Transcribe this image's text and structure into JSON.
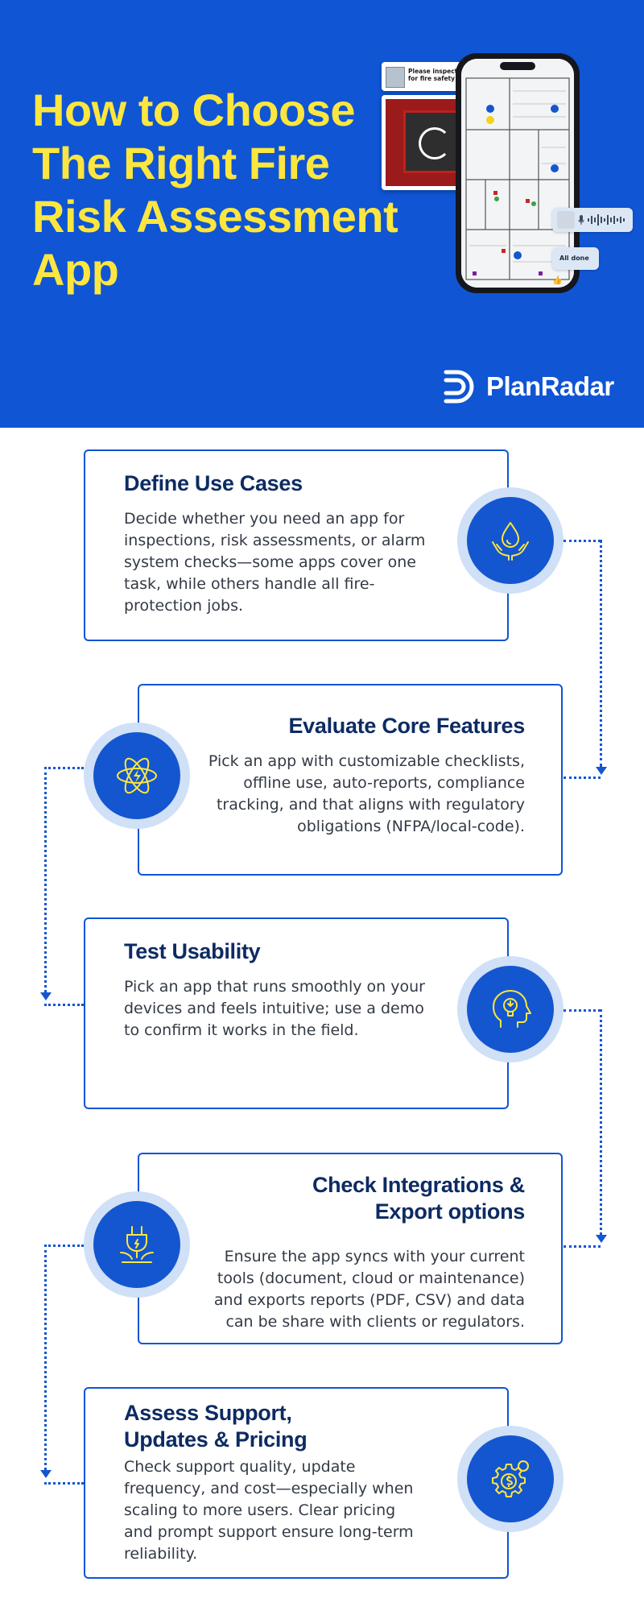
{
  "header": {
    "title": "How to Choose The Right Fire Risk Assessment App",
    "logo_text": "PlanRadar",
    "colors": {
      "background": "#0f55d4",
      "title": "#fde63f"
    },
    "mockup": {
      "chat_message": "Please inspect cables for fire safety signoff.",
      "done_label": "All done"
    }
  },
  "steps": [
    {
      "title": "Define Use Cases",
      "body": "Decide whether you need an app for inspections, risk assessments, or alarm system checks—some apps cover one task, while others handle all fire-protection jobs.",
      "icon": "hands-water-drop-icon"
    },
    {
      "title": "Evaluate Core Features",
      "body": "Pick an app with customizable checklists, offline use, auto-reports, compliance tracking, and that aligns with regulatory obligations (NFPA/local-code).",
      "icon": "atom-icon"
    },
    {
      "title": "Test Usability",
      "body": "Pick an app that runs smoothly on your devices and feels intuitive; use a demo to confirm it works in the field.",
      "icon": "head-lightbulb-icon"
    },
    {
      "title": "Check Integrations & Export options",
      "body": "Ensure the app syncs with your current tools (document, cloud or maintenance) and exports reports (PDF, CSV) and data can be share with clients or regulators.",
      "icon": "plug-icon"
    },
    {
      "title": "Assess Support, Updates & Pricing",
      "body": "Check support quality, update frequency, and cost—especially when scaling to more users. Clear pricing and prompt support ensure long-term reliability.",
      "icon": "gear-dollar-icon"
    }
  ],
  "colors": {
    "accent": "#1456cf",
    "badge_ring": "#cfe0f7",
    "heading": "#0d2b63",
    "body_text": "#333a45"
  }
}
